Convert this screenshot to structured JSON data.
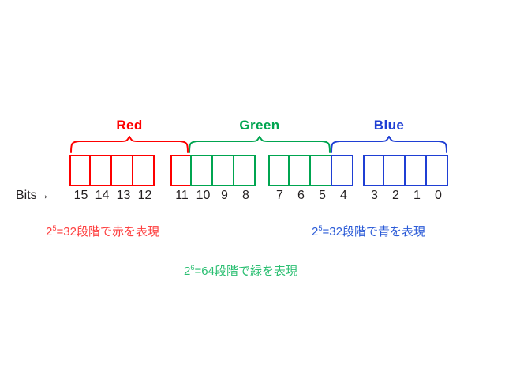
{
  "diagram": {
    "title_groups": [
      {
        "id": "red",
        "label": "Red",
        "color": "#fe0000"
      },
      {
        "id": "green",
        "label": "Green",
        "color": "#00a550"
      },
      {
        "id": "blue",
        "label": "Blue",
        "color": "#1f3fd4"
      }
    ],
    "bits_axis_label": "Bits→",
    "bit_cells": [
      {
        "bit": "15",
        "color": "red"
      },
      {
        "bit": "14",
        "color": "red"
      },
      {
        "bit": "13",
        "color": "red"
      },
      {
        "bit": "12",
        "color": "red"
      },
      {
        "bit": "11",
        "color": "red"
      },
      {
        "bit": "10",
        "color": "green"
      },
      {
        "bit": "9",
        "color": "green"
      },
      {
        "bit": "8",
        "color": "green"
      },
      {
        "bit": "7",
        "color": "green"
      },
      {
        "bit": "6",
        "color": "green"
      },
      {
        "bit": "5",
        "color": "green"
      },
      {
        "bit": "4",
        "color": "blue"
      },
      {
        "bit": "3",
        "color": "blue"
      },
      {
        "bit": "2",
        "color": "blue"
      },
      {
        "bit": "1",
        "color": "blue"
      },
      {
        "bit": "0",
        "color": "blue"
      }
    ],
    "captions": {
      "red": {
        "base": "2",
        "exponent": "5",
        "text": "=32段階で赤を表現",
        "color": "#fe4040"
      },
      "green": {
        "base": "2",
        "exponent": "6",
        "text": "=64段階で緑を表現",
        "color": "#2bbf72"
      },
      "blue": {
        "base": "2",
        "exponent": "5",
        "text": "=32段階で青を表現",
        "color": "#2b5bd7"
      }
    }
  }
}
